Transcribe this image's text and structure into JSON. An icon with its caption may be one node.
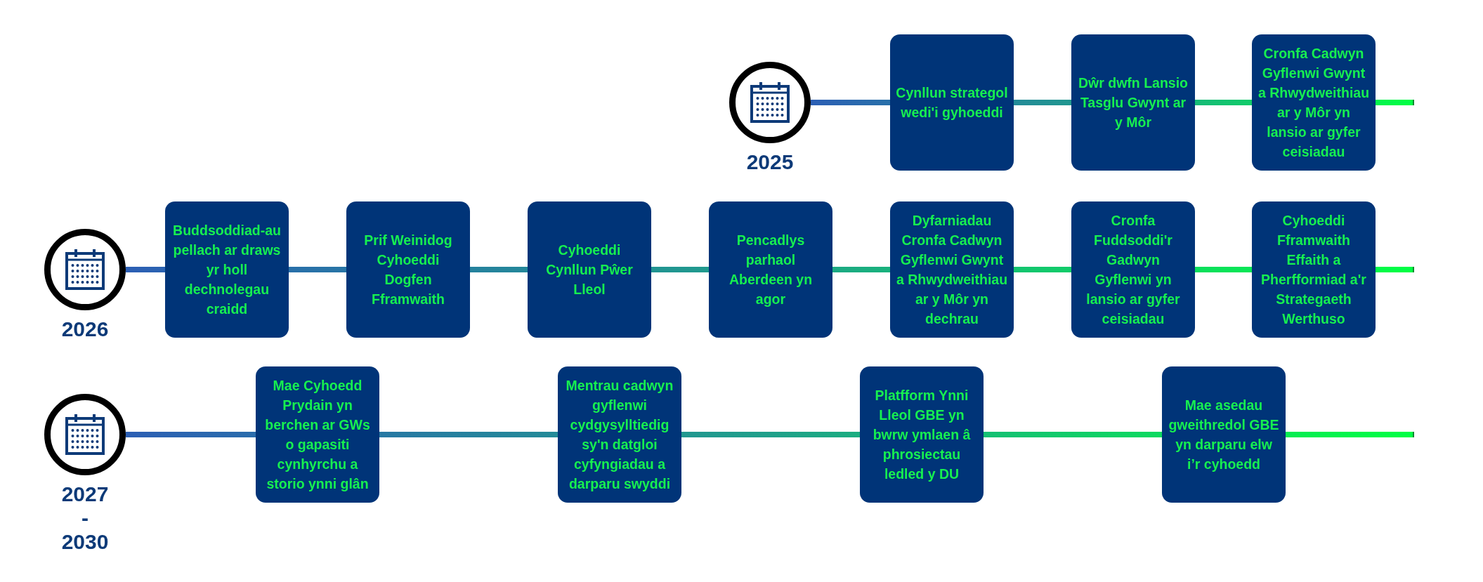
{
  "diagram": {
    "nodes": [
      {
        "text": [],
        "shape": "circle",
        "beside": [
          "2025"
        ]
      },
      {
        "text": [
          "Cynllun strategol wedi'i gyhoeddi"
        ]
      },
      {
        "text": [
          "Dŵr dwfn Lansio Tasglu Gwynt ar y Môr"
        ]
      },
      {
        "text": [
          "Cronfa Cadwyn Gyflenwi Gwynt a Rhwydweithiau ar y Môr yn lansio ar gyfer ceisiadau"
        ]
      },
      {
        "text": [],
        "shape": "circle",
        "beside": [
          "2026"
        ]
      },
      {
        "text": [
          "Buddsoddiad-au pellach ar draws yr holl dechnolegau craidd"
        ]
      },
      {
        "text": [
          "Prif Weinidog Cyhoeddi Dogfen Fframwaith"
        ]
      },
      {
        "text": [
          "Cyhoeddi Cynllun Pŵer Lleol"
        ]
      },
      {
        "text": [
          "Pencadlys parhaol Aberdeen yn agor"
        ]
      },
      {
        "text": [
          "Dyfarniadau Cronfa Cadwyn Gyflenwi Gwynt a Rhwydweithiau ar y Môr yn dechrau"
        ]
      },
      {
        "text": [
          "Cronfa Fuddsoddi'r Gadwyn Gyflenwi yn lansio ar gyfer ceisiadau"
        ]
      },
      {
        "text": [
          "Cyhoeddi Fframwaith Effaith a Pherfformiad a'r Strategaeth Werthuso"
        ]
      },
      {
        "text": [],
        "shape": "circle",
        "beside": [
          "2027 - 2030"
        ]
      },
      {
        "text": [
          "Mae Cyhoedd Prydain yn berchen ar GWs o gapasiti cynhyrchu a storio ynni glân"
        ]
      },
      {
        "text": [
          "Mentrau cadwyn gyflenwi cydgysylltiedig sy'n datgloi cyfyngiadau a darparu swyddi"
        ]
      },
      {
        "text": [
          "Platfform Ynni Lleol GBE yn bwrw ymlaen â phrosiectau ledled y DU"
        ]
      },
      {
        "text": [
          "Mae asedau gweithredol GBE yn darparu elw i’r cyhoedd"
        ]
      }
    ],
    "edges": [
      {
        "from": 0,
        "to": 1,
        "arrow": "none"
      },
      {
        "from": 1,
        "to": 2,
        "arrow": "none"
      },
      {
        "from": 2,
        "to": 3,
        "arrow": "none"
      },
      {
        "from": 3,
        "to": null,
        "arrow": "none"
      },
      {
        "from": 4,
        "to": 5,
        "arrow": "none"
      },
      {
        "from": 5,
        "to": 6,
        "arrow": "none"
      },
      {
        "from": 6,
        "to": 7,
        "arrow": "none"
      },
      {
        "from": 7,
        "to": 8,
        "arrow": "none"
      },
      {
        "from": 8,
        "to": 9,
        "arrow": "none"
      },
      {
        "from": 9,
        "to": 10,
        "arrow": "none"
      },
      {
        "from": 10,
        "to": 11,
        "arrow": "none"
      },
      {
        "from": 11,
        "to": null,
        "arrow": "none"
      },
      {
        "from": 12,
        "to": 13,
        "arrow": "none"
      },
      {
        "from": 13,
        "to": 14,
        "arrow": "none"
      },
      {
        "from": 14,
        "to": 15,
        "arrow": "none"
      },
      {
        "from": 15,
        "to": 16,
        "arrow": "none"
      },
      {
        "from": 16,
        "to": null,
        "arrow": "none"
      }
    ]
  }
}
